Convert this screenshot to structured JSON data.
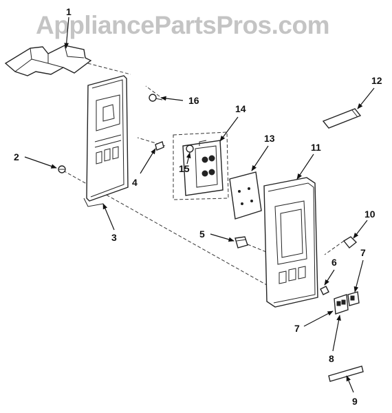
{
  "watermark": {
    "text": "AppliancePartsPros.com",
    "color": "#c4c4c4"
  },
  "callouts": {
    "c1": "1",
    "c2": "2",
    "c3": "3",
    "c4": "4",
    "c5": "5",
    "c6": "6",
    "c7a": "7",
    "c7b": "7",
    "c8": "8",
    "c9": "9",
    "c10": "10",
    "c11": "11",
    "c12": "12",
    "c13": "13",
    "c14": "14",
    "c15": "15",
    "c16": "16"
  }
}
